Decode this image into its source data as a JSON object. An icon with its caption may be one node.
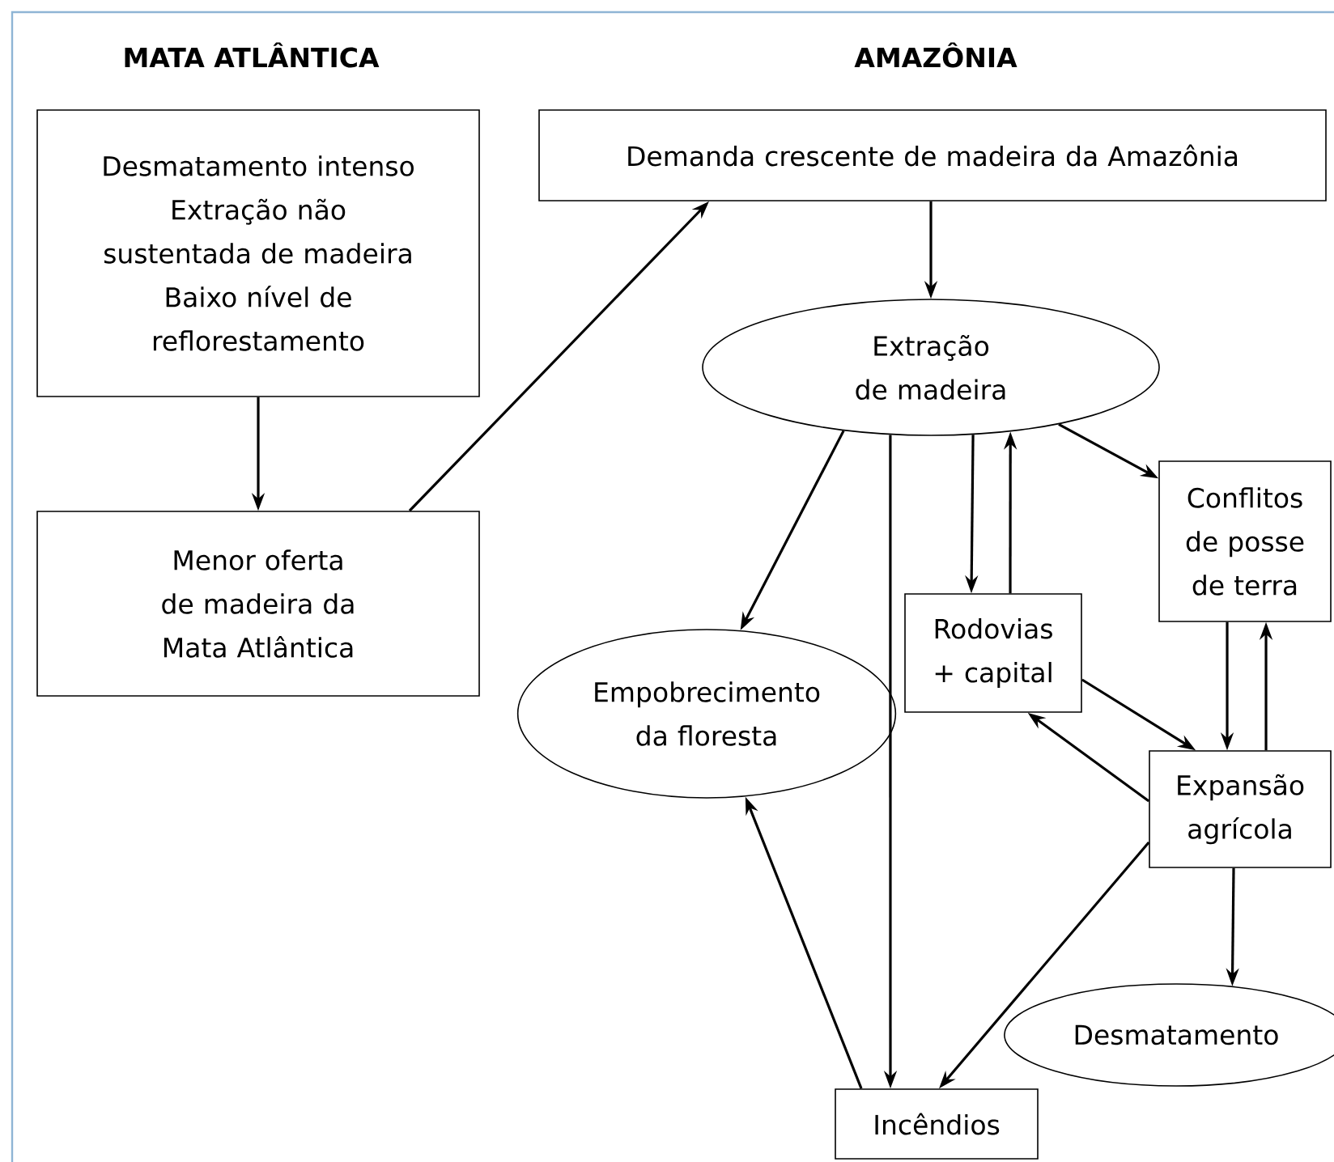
{
  "diagram": {
    "nodes": [
      {
        "text": [
          "Desmatamento intenso",
          "Extração não sustentada de madeira",
          "Baixo nível de reflorestamento"
        ]
      },
      {
        "text": [
          "Menor oferta de madeira da Mata Atlântica"
        ]
      },
      {
        "text": [
          "Demanda crescente de madeira da Amazônia"
        ]
      },
      {
        "text": [
          "Extração de madeira"
        ]
      },
      {
        "text": [
          "Conflitos de posse de terra"
        ]
      },
      {
        "text": [
          "Rodovias + capital"
        ]
      },
      {
        "text": [
          "Empobrecimento da floresta"
        ]
      },
      {
        "text": [
          "Expansão agrícola"
        ]
      },
      {
        "text": [
          "Desmatamento"
        ]
      },
      {
        "text": [
          "Incêndios"
        ]
      }
    ],
    "edges": [
      {
        "from": 0,
        "to": 1,
        "arrow": "to"
      },
      {
        "from": 1,
        "to": 2,
        "arrow": "to"
      },
      {
        "from": 2,
        "to": 3,
        "arrow": "to"
      },
      {
        "from": 3,
        "to": 6,
        "arrow": "to"
      },
      {
        "from": 3,
        "to": 9,
        "arrow": "to"
      },
      {
        "from": 3,
        "to": 5,
        "arrow": "to"
      },
      {
        "from": 5,
        "to": 3,
        "arrow": "to"
      },
      {
        "from": 3,
        "to": 4,
        "arrow": "to"
      },
      {
        "from": 4,
        "to": 7,
        "arrow": "to"
      },
      {
        "from": 7,
        "to": 4,
        "arrow": "to"
      },
      {
        "from": 5,
        "to": 7,
        "arrow": "to"
      },
      {
        "from": 7,
        "to": 5,
        "arrow": "to"
      },
      {
        "from": 7,
        "to": 8,
        "arrow": "to"
      },
      {
        "from": 7,
        "to": 9,
        "arrow": "to"
      },
      {
        "from": 9,
        "to": 6,
        "arrow": "to"
      }
    ],
    "labels": [
      "MATA ATLÂNTICA",
      "AMAZÔNIA"
    ]
  }
}
